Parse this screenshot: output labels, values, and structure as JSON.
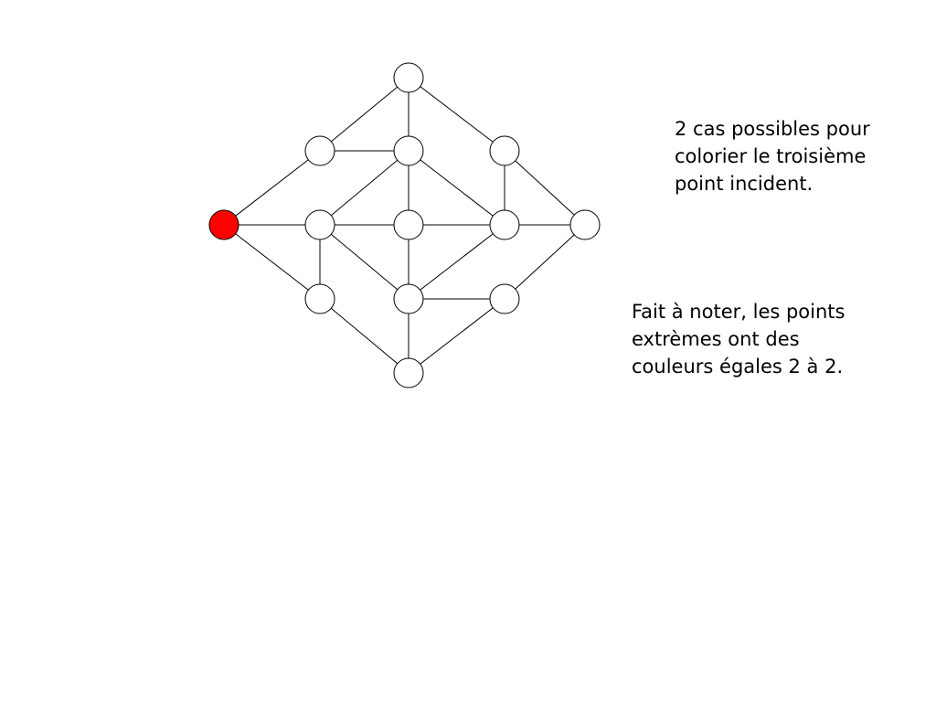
{
  "colors": {
    "background": "#ffffff",
    "edge": "#000000",
    "node_fill": "#ffffff",
    "node_stroke": "#000000",
    "highlight_fill": "#ff0000"
  },
  "graph": {
    "nodes": [
      {
        "id": "n1",
        "highlighted": false
      },
      {
        "id": "n2",
        "highlighted": false
      },
      {
        "id": "n3",
        "highlighted": false
      },
      {
        "id": "n4",
        "highlighted": false
      },
      {
        "id": "n5",
        "highlighted": true
      },
      {
        "id": "n6",
        "highlighted": false
      },
      {
        "id": "n7",
        "highlighted": false
      },
      {
        "id": "n8",
        "highlighted": false
      },
      {
        "id": "n9",
        "highlighted": false
      },
      {
        "id": "n10",
        "highlighted": false
      },
      {
        "id": "n11",
        "highlighted": false
      },
      {
        "id": "n12",
        "highlighted": false
      },
      {
        "id": "n13",
        "highlighted": false
      }
    ],
    "edges": [
      [
        "n1",
        "n2"
      ],
      [
        "n1",
        "n3"
      ],
      [
        "n1",
        "n4"
      ],
      [
        "n2",
        "n3"
      ],
      [
        "n2",
        "n5"
      ],
      [
        "n3",
        "n6"
      ],
      [
        "n3",
        "n7"
      ],
      [
        "n3",
        "n8"
      ],
      [
        "n4",
        "n8"
      ],
      [
        "n4",
        "n9"
      ],
      [
        "n5",
        "n6"
      ],
      [
        "n5",
        "n10"
      ],
      [
        "n6",
        "n7"
      ],
      [
        "n6",
        "n10"
      ],
      [
        "n6",
        "n11"
      ],
      [
        "n7",
        "n8"
      ],
      [
        "n7",
        "n11"
      ],
      [
        "n8",
        "n9"
      ],
      [
        "n8",
        "n11"
      ],
      [
        "n9",
        "n12"
      ],
      [
        "n10",
        "n13"
      ],
      [
        "n11",
        "n12"
      ],
      [
        "n11",
        "n13"
      ],
      [
        "n12",
        "n13"
      ]
    ]
  },
  "notes": {
    "note1": {
      "lines": [
        "2 cas possibles pour",
        "colorier le troisième",
        "point incident."
      ]
    },
    "note2": {
      "lines": [
        "Fait à noter, les points",
        "extrèmes ont des",
        "couleurs égales 2 à 2."
      ]
    }
  }
}
